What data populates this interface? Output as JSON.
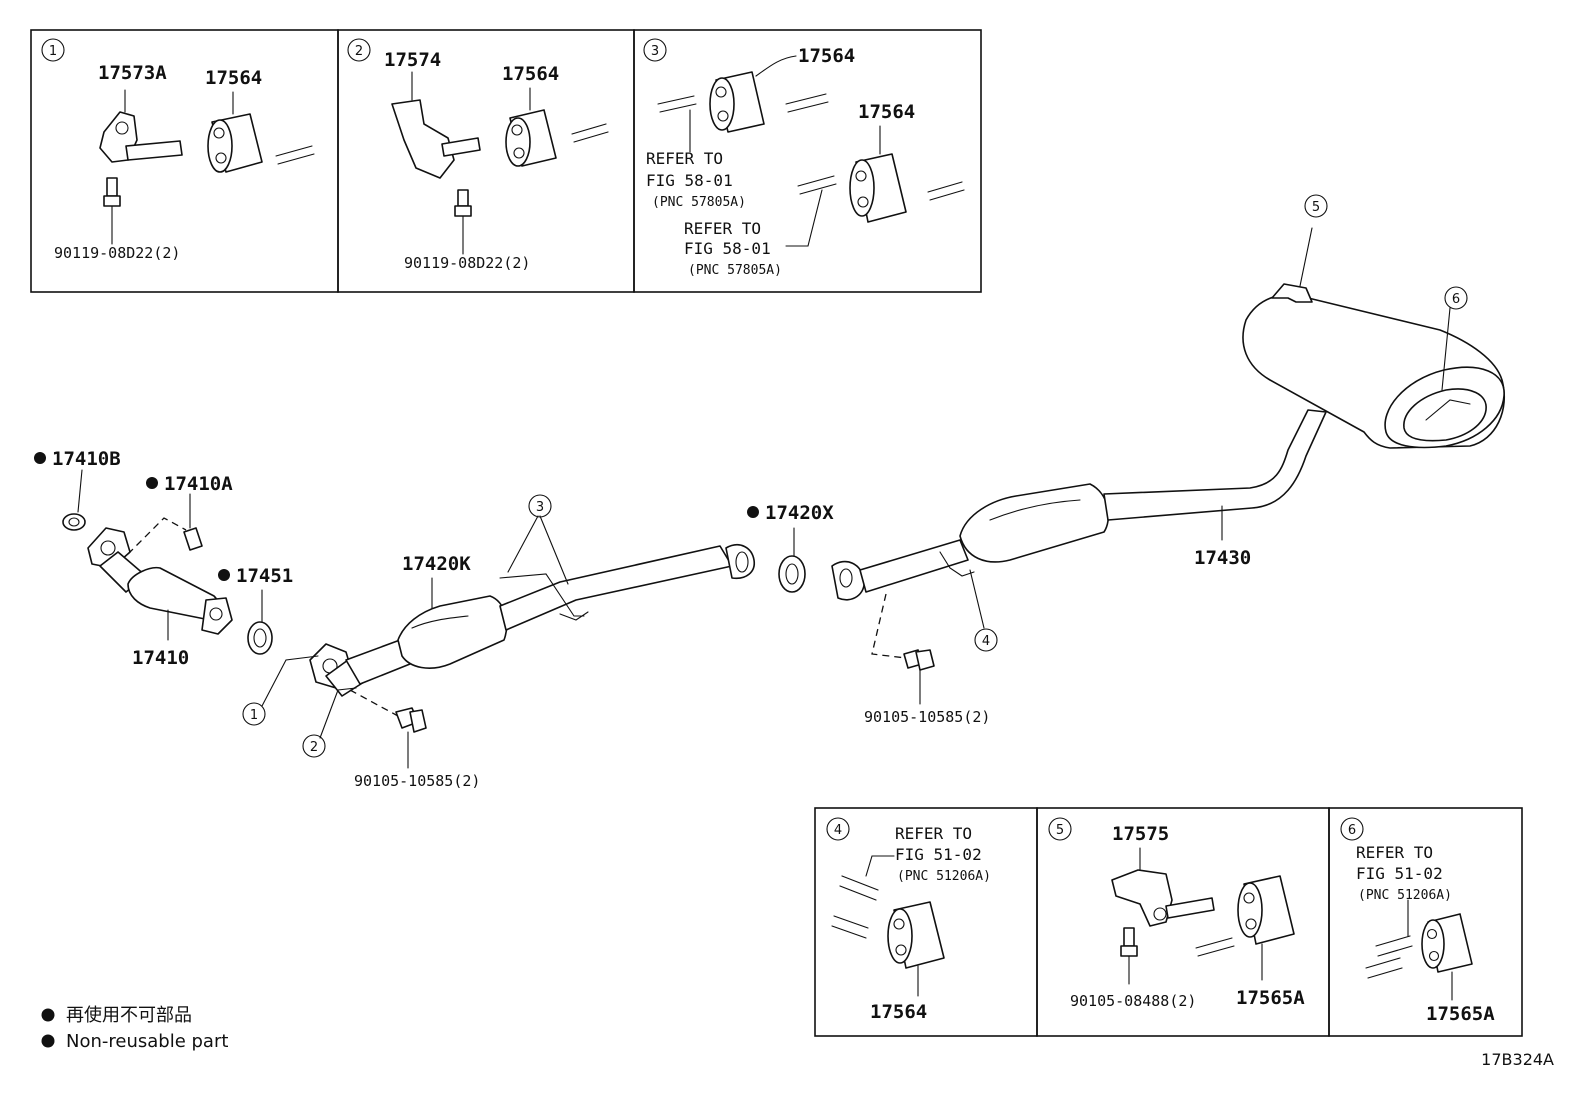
{
  "diagram_code": "17B324A",
  "legend": {
    "japanese": "再使用不可部品",
    "english": "Non-reusable part"
  },
  "callout_numbers": [
    "1",
    "2",
    "3",
    "4",
    "5",
    "6"
  ],
  "detail_boxes": {
    "box1": {
      "num": "1",
      "bracket": "17573A",
      "hanger": "17564",
      "bolt": "90119-08D22(2)"
    },
    "box2": {
      "num": "2",
      "bracket": "17574",
      "hanger": "17564",
      "bolt": "90119-08D22(2)"
    },
    "box3": {
      "num": "3",
      "hanger_a": "17564",
      "hanger_b": "17564",
      "refer_a_1": "REFER TO",
      "refer_a_2": "FIG 58-01",
      "refer_a_3": "(PNC 57805A)",
      "refer_b_1": "REFER TO",
      "refer_b_2": "FIG 58-01",
      "refer_b_3": "(PNC 57805A)"
    },
    "box4": {
      "num": "4",
      "refer_1": "REFER TO",
      "refer_2": "FIG 51-02",
      "refer_3": "(PNC 51206A)",
      "hanger": "17564"
    },
    "box5": {
      "num": "5",
      "bracket": "17575",
      "bolt": "90105-08488(2)",
      "hanger": "17565A"
    },
    "box6": {
      "num": "6",
      "refer_1": "REFER TO",
      "refer_2": "FIG 51-02",
      "refer_3": "(PNC 51206A)",
      "hanger": "17565A"
    }
  },
  "main_parts": {
    "gasket_b": "17410B",
    "nut_a": "17410A",
    "front_pipe": "17410",
    "gasket_17451": "17451",
    "center_pipe": "17420K",
    "gasket_x": "17420X",
    "tail_pipe": "17430",
    "bolt_left": "90105-10585(2)",
    "bolt_right": "90105-10585(2)"
  }
}
